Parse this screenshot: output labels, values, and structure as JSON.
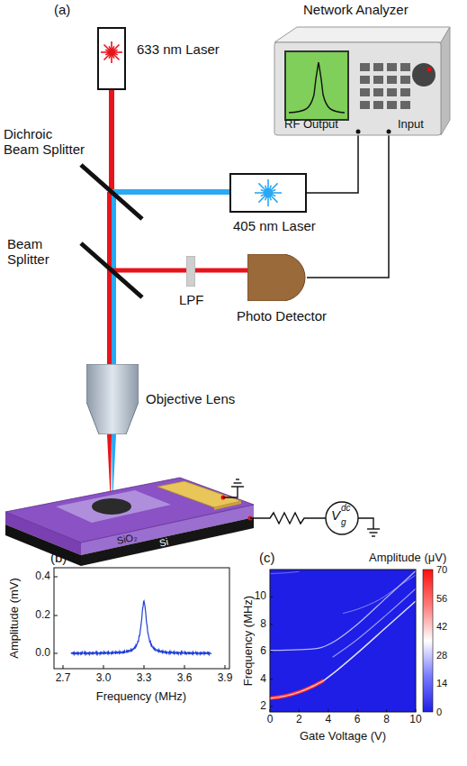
{
  "diagram": {
    "nodes": [
      {
        "text": [
          "633 nm Laser"
        ]
      },
      {
        "text": [
          "Network Analyzer"
        ]
      },
      {
        "text": [
          "405 nm Laser"
        ]
      },
      {
        "text": [
          "LPF"
        ]
      },
      {
        "text": [
          "Photo Detector"
        ]
      },
      {
        "text": [
          "Objective Lens"
        ]
      }
    ],
    "edges": [
      {
        "from": 1,
        "to": 2,
        "arrow": "none"
      },
      {
        "from": 4,
        "to": 1,
        "arrow": "none"
      }
    ],
    "labels": [
      "(a)",
      "RF Output",
      "Input",
      "Dichroic Beam Splitter",
      "Beam Splitter",
      "SiO₂",
      "Si",
      "V",
      "g",
      "dc",
      "(b)",
      "Amplitude (mV)",
      "0.4",
      "0.2",
      "0.0",
      "2.7",
      "3.0",
      "3.3",
      "3.6",
      "3.9",
      "Frequency (MHz)",
      "(c)",
      "Amplitude (μV)",
      "70",
      "56",
      "42",
      "28",
      "14",
      "0",
      "2",
      "4",
      "6",
      "8",
      "10",
      "Frequency (MHz)",
      "0",
      "2",
      "4",
      "6",
      "8",
      "10",
      "Gate Voltage (V)"
    ]
  }
}
